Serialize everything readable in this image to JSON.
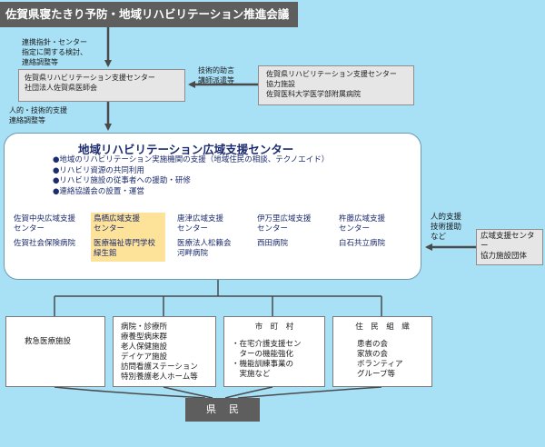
{
  "top_banner": "佐賀県寝たきり予防・地域リハビリテーション推進会議",
  "label_top_arrow": [
    "連携指針・センター",
    "指定に関する検討、",
    "連絡調整等"
  ],
  "support_center": [
    "佐賀県リハビリテーション支援センター",
    "社団法人佐賀県医師会"
  ],
  "label_technical": [
    "技術的助言",
    "講師派遣等"
  ],
  "cooperating_facilities": [
    "佐賀県リハビリテーション支援センター",
    "協力施設",
    "佐賀医科大学医学部附属病院"
  ],
  "label_left_arrow": [
    "人的・技術的支援",
    "連絡調整等"
  ],
  "wide_area": {
    "title": "地域リハビリテーション広域支援センター",
    "bullets": [
      "●地域のリハビリテーション実施機関の支援（地域住民の相談、テクノエイド）",
      "●リハビリ資源の共同利用",
      "●リハビリ施設の従事者への援助・研修",
      "●連絡協議会の設置・運営"
    ],
    "centers": [
      {
        "name": [
          "佐賀中央広域支援",
          "センター"
        ],
        "org": [
          "佐賀社会保険病院"
        ]
      },
      {
        "name": [
          "鳥栖広域支援",
          "センター"
        ],
        "org": [
          "医療福祉専門学校",
          "緑生館"
        ]
      },
      {
        "name": [
          "唐津広域支援",
          "センター"
        ],
        "org": [
          "医療法人松籟会",
          "河畔病院"
        ]
      },
      {
        "name": [
          "伊万里広域支援",
          "センター"
        ],
        "org": [
          "西田病院"
        ]
      },
      {
        "name": [
          "杵藤広域支援",
          "センター"
        ],
        "org": [
          "白石共立病院"
        ]
      }
    ]
  },
  "label_right": [
    "人的支援",
    "技術援助",
    "など"
  ],
  "right_support": [
    "広域支援センター",
    "協力施設団体"
  ],
  "bottom": {
    "emergency": "救急医療施設",
    "institutions": [
      "病院・診療所",
      "療養型病床群",
      "老人保健施設",
      "デイケア施設",
      "訪問看護ステーション",
      "特別養護老人ホーム等"
    ],
    "municipality_title": "市　町　村",
    "municipality_items": [
      "・在宅介護支援セン",
      "　ターの機能強化",
      "・機能訓練事業の",
      "　実施など"
    ],
    "residents_title": "住　民　組　織",
    "residents_items": [
      "患者の会",
      "家族の会",
      "ボランティア",
      "グループ等"
    ]
  },
  "prefecture_residents": "県民"
}
